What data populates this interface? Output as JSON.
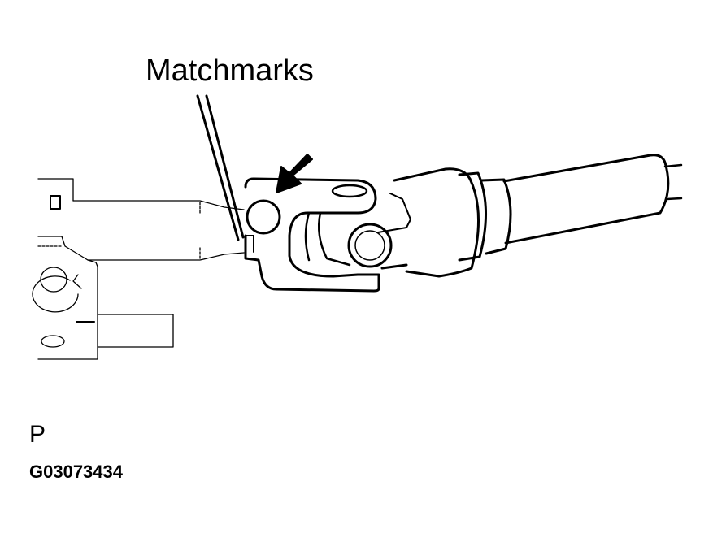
{
  "figure": {
    "callout_label": "Matchmarks",
    "view_letter": "P",
    "figure_code": "G03073434",
    "subject": "steering intermediate shaft universal joint",
    "indicators": {
      "arrow": "arrow-pointing-to-yoke-bolt",
      "leader_lines": 2
    },
    "colors": {
      "ink": "#000000",
      "background": "#ffffff"
    }
  }
}
